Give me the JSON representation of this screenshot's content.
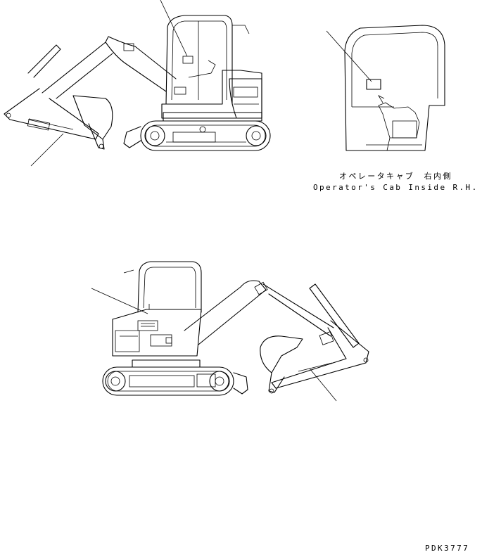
{
  "labels": {
    "cab_inside_jp": "オペレータキャブ　右内側",
    "cab_inside_en": "Operator's Cab Inside R.H.",
    "drawing_code": "PDK3777"
  },
  "icons": {
    "top_view": "excavator-right-side-view",
    "cab_view": "cab-interior-right-view",
    "bottom_view": "excavator-left-side-view"
  },
  "colors": {
    "line": "#000000",
    "background": "#ffffff"
  }
}
